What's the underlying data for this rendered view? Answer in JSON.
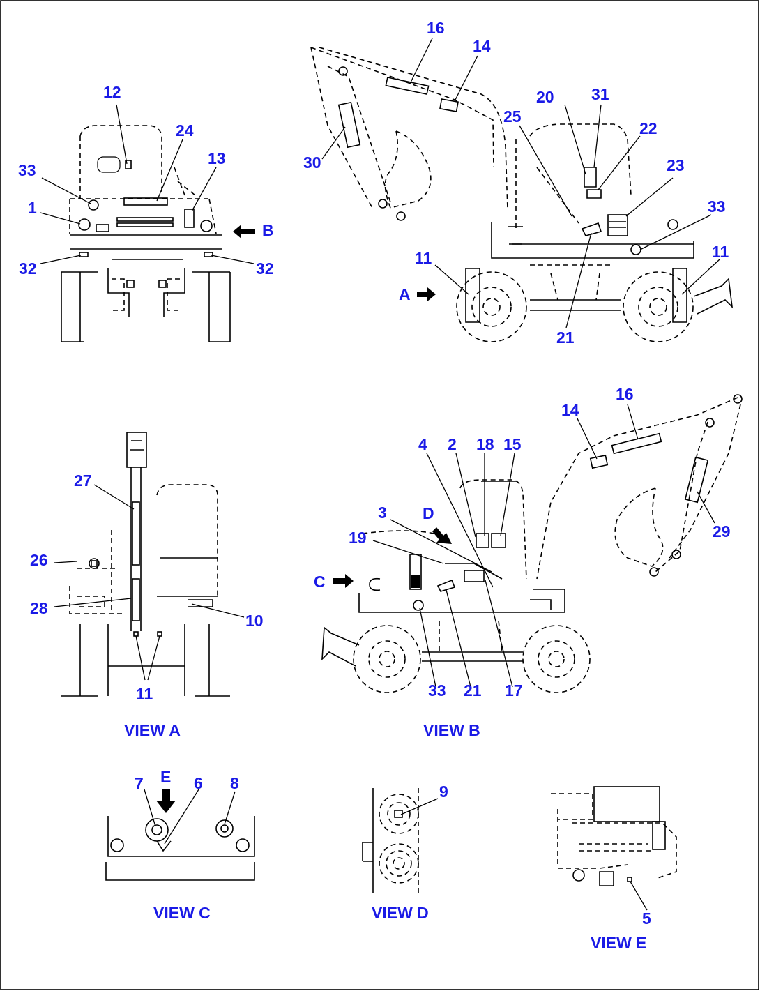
{
  "views": {
    "a": "VIEW A",
    "b": "VIEW B",
    "c": "VIEW C",
    "d": "VIEW D",
    "e": "VIEW E"
  },
  "arrows": {
    "a": "A",
    "b": "B",
    "c": "C",
    "d": "D",
    "e": "E"
  },
  "front": {
    "c12": "12",
    "c24": "24",
    "c33": "33",
    "c13": "13",
    "c1": "1",
    "c32l": "32",
    "c32r": "32"
  },
  "side": {
    "c16": "16",
    "c14": "14",
    "c30": "30",
    "c20": "20",
    "c31": "31",
    "c22": "22",
    "c25": "25",
    "c23": "23",
    "c33": "33",
    "c11l": "11",
    "c11r": "11",
    "c21": "21"
  },
  "view_a": {
    "c27": "27",
    "c26": "26",
    "c28": "28",
    "c10": "10",
    "c11": "11"
  },
  "view_b": {
    "c14": "14",
    "c16": "16",
    "c4": "4",
    "c2": "2",
    "c18": "18",
    "c15": "15",
    "c3": "3",
    "c19": "19",
    "c29": "29",
    "c33": "33",
    "c21": "21",
    "c17": "17"
  },
  "view_c": {
    "c7": "7",
    "c6": "6",
    "c8": "8"
  },
  "view_d": {
    "c9": "9"
  },
  "view_e": {
    "c5": "5"
  },
  "colors": {
    "callout": "#1a1ae6",
    "line": "#000000"
  }
}
